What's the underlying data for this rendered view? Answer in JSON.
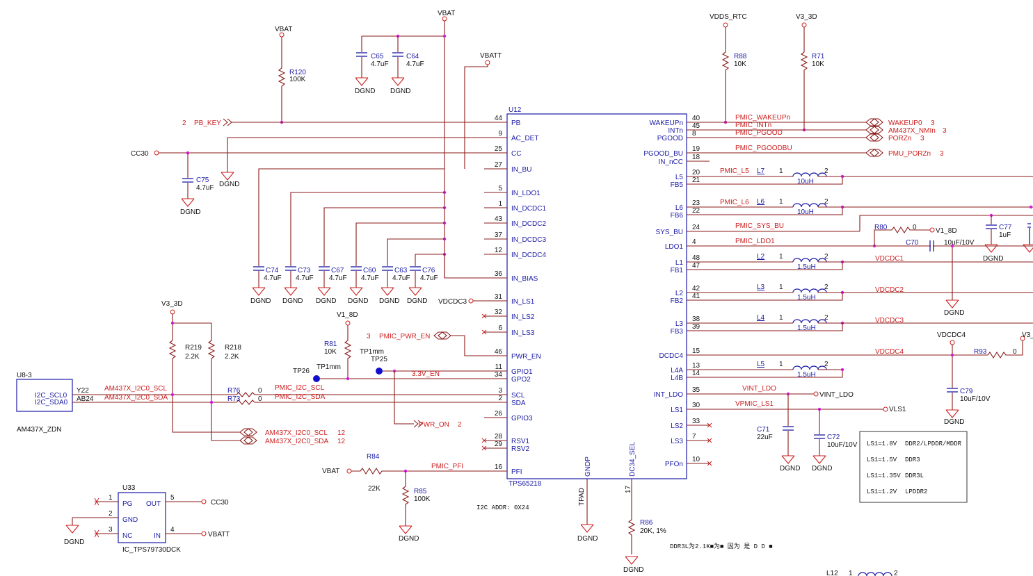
{
  "ic_main": {
    "ref": "U12",
    "part": "TPS65218",
    "i2c_addr": "I2C ADDR: 0X24",
    "left_pins": [
      {
        "num": "44",
        "name": "PB"
      },
      {
        "num": "9",
        "name": "AC_DET"
      },
      {
        "num": "25",
        "name": "CC"
      },
      {
        "num": "27",
        "name": "IN_BU"
      },
      {
        "num": "5",
        "name": "IN_LDO1"
      },
      {
        "num": "1",
        "name": "IN_DCDC1"
      },
      {
        "num": "43",
        "name": "IN_DCDC2"
      },
      {
        "num": "37",
        "name": "IN_DCDC3"
      },
      {
        "num": "12",
        "name": "IN_DCDC4"
      },
      {
        "num": "36",
        "name": "IN_BIAS"
      },
      {
        "num": "31",
        "name": "IN_LS1"
      },
      {
        "num": "32",
        "name": "IN_LS2"
      },
      {
        "num": "6",
        "name": "IN_LS3"
      },
      {
        "num": "46",
        "name": "PWR_EN"
      },
      {
        "num": "11",
        "name": "GPIO1"
      },
      {
        "num": "34",
        "name": "GPO2"
      },
      {
        "num": "3",
        "name": "SCL"
      },
      {
        "num": "2",
        "name": "SDA"
      },
      {
        "num": "26",
        "name": "GPIO3"
      },
      {
        "num": "28",
        "name": "RSV1"
      },
      {
        "num": "29",
        "name": "RSV2"
      },
      {
        "num": "16",
        "name": "PFI"
      }
    ],
    "right_pins": [
      {
        "num": "40",
        "name": "WAKEUPn"
      },
      {
        "num": "45",
        "name": "INTn"
      },
      {
        "num": "8",
        "name": "PGOOD"
      },
      {
        "num": "19",
        "name": "PGOOD_BU"
      },
      {
        "num": "18",
        "name": "IN_nCC"
      },
      {
        "num": "20",
        "name": "L5"
      },
      {
        "num": "21",
        "name": "FB5"
      },
      {
        "num": "23",
        "name": "L6"
      },
      {
        "num": "22",
        "name": "FB6"
      },
      {
        "num": "24",
        "name": "SYS_BU"
      },
      {
        "num": "4",
        "name": "LDO1"
      },
      {
        "num": "48",
        "name": "L1"
      },
      {
        "num": "47",
        "name": "FB1"
      },
      {
        "num": "42",
        "name": "L2"
      },
      {
        "num": "41",
        "name": "FB2"
      },
      {
        "num": "38",
        "name": "L3"
      },
      {
        "num": "39",
        "name": "FB3"
      },
      {
        "num": "15",
        "name": "DCDC4"
      },
      {
        "num": "13",
        "name": "L4A"
      },
      {
        "num": "14",
        "name": "L4B"
      },
      {
        "num": "35",
        "name": "INT_LDO"
      },
      {
        "num": "30",
        "name": "LS1"
      },
      {
        "num": "33",
        "name": "LS2"
      },
      {
        "num": "7",
        "name": "LS3"
      },
      {
        "num": "10",
        "name": "PFOn"
      }
    ],
    "bottom_pins": [
      {
        "num": "TPAD",
        "name": "GNDP"
      },
      {
        "num": "17",
        "name": "DC34_SEL"
      }
    ]
  },
  "power_labels": {
    "vbat": "VBAT",
    "vbatt": "VBATT",
    "vdds_rtc": "VDDS_RTC",
    "v3_3d": "V3_3D",
    "v1_8d": "V1_8D",
    "cc30": "CC30",
    "vdcdc3": "VDCDC3",
    "vdcdc4": "VDCDC4",
    "v3_cut": "V3_",
    "vint_ldo": "VINT_LDO",
    "vls1": "VLS1",
    "dgnd": "DGND",
    "v1_8d_r80": "V1_8D"
  },
  "resistors": [
    {
      "ref": "R120",
      "val": "100K"
    },
    {
      "ref": "R88",
      "val": "10K"
    },
    {
      "ref": "R71",
      "val": "10K"
    },
    {
      "ref": "R81",
      "val": "10K"
    },
    {
      "ref": "R219",
      "val": "2.2K"
    },
    {
      "ref": "R218",
      "val": "2.2K"
    },
    {
      "ref": "R76",
      "val": "0"
    },
    {
      "ref": "R73",
      "val": "0"
    },
    {
      "ref": "R84",
      "val": "22K"
    },
    {
      "ref": "R85",
      "val": "100K"
    },
    {
      "ref": "R86",
      "val": "20K, 1%"
    },
    {
      "ref": "R80",
      "val": "0"
    },
    {
      "ref": "R93",
      "val": "0"
    }
  ],
  "capacitors": [
    {
      "ref": "C65",
      "val": "4.7uF"
    },
    {
      "ref": "C64",
      "val": "4.7uF"
    },
    {
      "ref": "C75",
      "val": "4.7uF"
    },
    {
      "ref": "C74",
      "val": "4.7uF"
    },
    {
      "ref": "C73",
      "val": "4.7uF"
    },
    {
      "ref": "C67",
      "val": "4.7uF"
    },
    {
      "ref": "C60",
      "val": "4.7uF"
    },
    {
      "ref": "C63",
      "val": "4.7uF"
    },
    {
      "ref": "C76",
      "val": "4.7uF"
    },
    {
      "ref": "C77",
      "val": "1uF"
    },
    {
      "ref": "C70",
      "val": "10uF/10V"
    },
    {
      "ref": "C79",
      "val": "10uF/10V"
    },
    {
      "ref": "C71",
      "val": "22uF"
    },
    {
      "ref": "C72",
      "val": "10uF/10V"
    }
  ],
  "inductors": [
    {
      "ref": "L7",
      "val": "10uH"
    },
    {
      "ref": "L6",
      "val": "10uH"
    },
    {
      "ref": "L2",
      "val": "1.5uH"
    },
    {
      "ref": "L3",
      "val": "1.5uH"
    },
    {
      "ref": "L4",
      "val": "1.5uH"
    },
    {
      "ref": "L5",
      "val": "1.5uH"
    },
    {
      "ref": "L12",
      "val": ""
    }
  ],
  "pin_1": "1",
  "pin_2": "2",
  "nets": {
    "pb_key": "PB_KEY",
    "pb_key_sheet": "2",
    "wakeup": "PMIC_WAKEUPn",
    "intn": "PMIC_INTn",
    "pgood": "PMIC_PGOOD",
    "pgoodbu": "PMIC_PGOODBU",
    "pmic_l5": "PMIC_L5",
    "pmic_l6": "PMIC_L6",
    "sys_bu": "PMIC_SYS_BU",
    "ldo1": "PMIC_LDO1",
    "vdcdc1": "VDCDC1",
    "vdcdc2": "VDCDC2",
    "vdcdc3": "VDCDC3",
    "vdcdc4": "VDCDC4",
    "vint_ldo": "VINT_LDO",
    "vpmic_ls1": "VPMIC_LS1",
    "pwr_en": "PMIC_PWR_EN",
    "pwr_en_sheet": "3",
    "en33": "3.3V_EN",
    "scl": "PMIC_I2C_SCL",
    "sda": "PMIC_I2C_SDA",
    "am_scl": "AM437X_I2C0_SCL",
    "am_sda": "AM437X_I2C0_SDA",
    "pwr_on": "PWR_ON",
    "pwr_on_sheet": "2",
    "pmic_pfi": "PMIC_PFI"
  },
  "offpage_right": [
    {
      "label": "WAKEUP0",
      "sheet": "3"
    },
    {
      "label": "AM437X_NMIn",
      "sheet": "3"
    },
    {
      "label": "PORZn",
      "sheet": "3"
    },
    {
      "label": "PMU_PORZn",
      "sheet": "3"
    }
  ],
  "offpage_i2c": [
    {
      "label": "AM437X_I2C0_SCL",
      "sheet": "12"
    },
    {
      "label": "AM437X_I2C0_SDA",
      "sheet": "12"
    }
  ],
  "u8": {
    "ref": "U8-3",
    "part": "AM437X_ZDN",
    "pins": [
      {
        "num": "Y22",
        "name": "I2C_SCL0"
      },
      {
        "num": "AB24",
        "name": "I2C_SDA0"
      }
    ]
  },
  "u33": {
    "ref": "U33",
    "part": "IC_TPS79730DCK",
    "pins": [
      {
        "num": "1",
        "name": "PG"
      },
      {
        "num": "2",
        "name": "GND"
      },
      {
        "num": "3",
        "name": "NC"
      },
      {
        "num": "5",
        "name": "OUT"
      },
      {
        "num": "4",
        "name": "IN"
      }
    ]
  },
  "testpoints": [
    {
      "ref": "TP26",
      "type": "TP1mm"
    },
    {
      "ref": "TP25",
      "type": "TP1mm"
    }
  ],
  "ls1_table": [
    {
      "v": "LS1=1.8V",
      "mem": "DDR2/LPDDR/MDDR"
    },
    {
      "v": "LS1=1.5V",
      "mem": "DDR3"
    },
    {
      "v": "LS1=1.35V",
      "mem": "DDR3L"
    },
    {
      "v": "LS1=1.2V",
      "mem": "LPDDR2"
    }
  ],
  "note": "DDR3L为2.1K■为■ 因为 是 D D ■"
}
